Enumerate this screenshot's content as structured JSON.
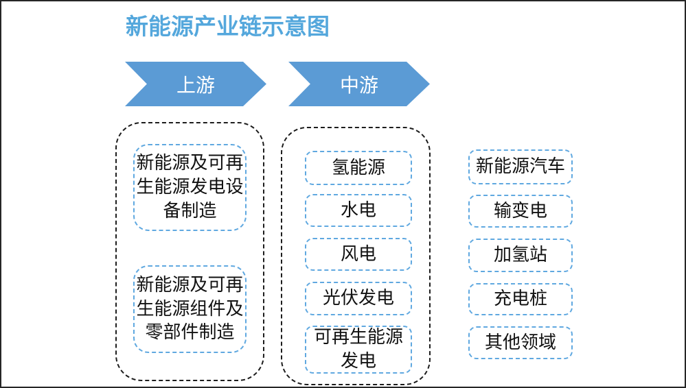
{
  "title": "新能源产业链示意图",
  "stages": [
    {
      "label": "上游"
    },
    {
      "label": "中游"
    }
  ],
  "upstream": {
    "items": [
      "新能源及可再\n生能源发电设\n备制造",
      "新能源及可再\n生能源组件及\n零部件制造"
    ]
  },
  "midstream": {
    "items": [
      "氢能源",
      "水电",
      "风电",
      "光伏发电",
      "可再生能源\n发电"
    ]
  },
  "downstream": {
    "items": [
      "新能源汽车",
      "输变电",
      "加氢站",
      "充电桩",
      "其他领域"
    ]
  },
  "colors": {
    "title_blue": "#54A7DC",
    "arrow_fill": "#5B9BD5",
    "arrow_text": "#FFFFFF",
    "node_border_blue": "#5FA8E0",
    "group_border_dark": "#1C1C1C",
    "node_text": "#111111",
    "background": "#FFFFFF"
  }
}
